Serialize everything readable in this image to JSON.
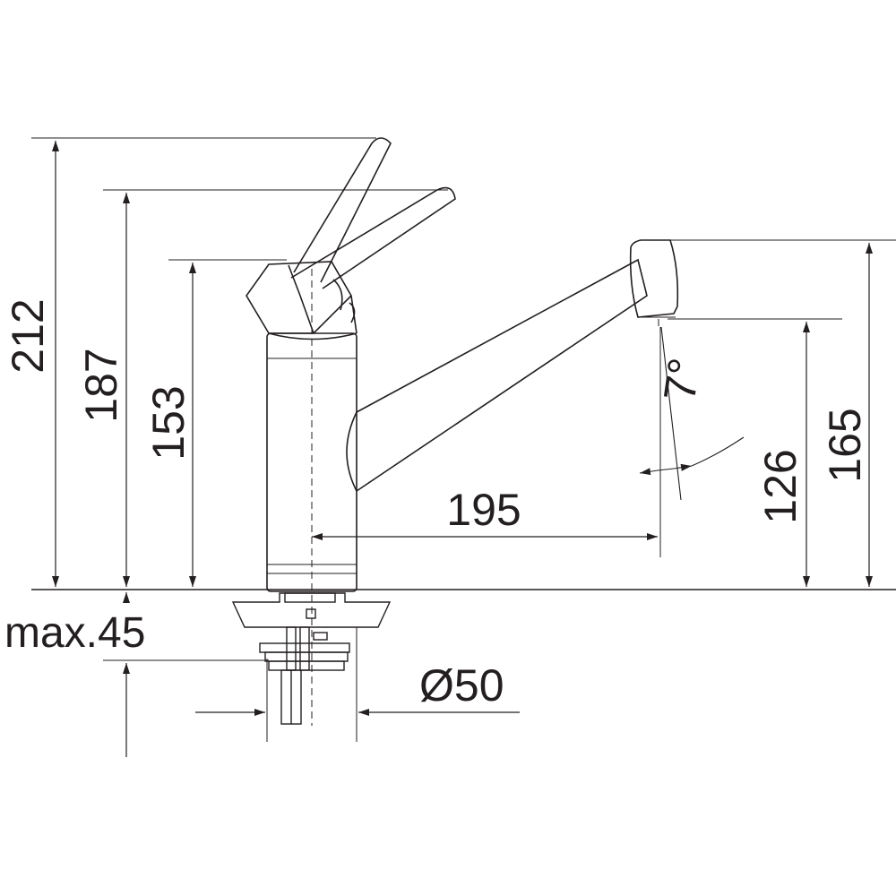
{
  "dimensions": {
    "total_height": "212",
    "lever_height": "187",
    "body_height": "153",
    "spout_top_height": "165",
    "outlet_height": "126",
    "spout_reach": "195",
    "spout_tilt": "7°",
    "max_countertop": "max.45",
    "hole_diameter": "Ø50"
  },
  "colors": {
    "ink": "#231f20",
    "background": "#ffffff"
  }
}
